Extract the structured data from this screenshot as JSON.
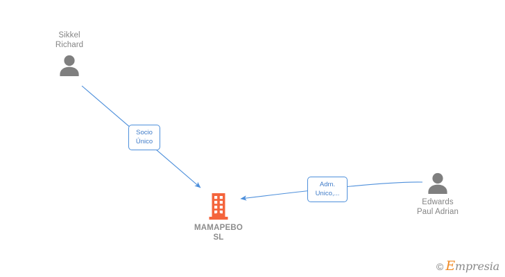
{
  "diagram": {
    "type": "company-relationship-graph",
    "background_color": "#ffffff",
    "company": {
      "name": "MAMAPEBO\nSL",
      "icon": "building-icon",
      "color": "#f4643c",
      "label_color": "#8c8c8c"
    },
    "people": [
      {
        "id": "person-1",
        "name": "Sikkel\nRichard",
        "icon": "person-icon",
        "color": "#7f7f7f",
        "label_position": "above"
      },
      {
        "id": "person-2",
        "name": "Edwards\nPaul Adrian",
        "icon": "person-icon",
        "color": "#7f7f7f",
        "label_position": "below"
      }
    ],
    "edges": [
      {
        "id": "edge-socio",
        "from": "person-1",
        "to": "company",
        "label": "Socio\nÚnico",
        "color": "#4d8fdb",
        "arrow": "to-company"
      },
      {
        "id": "edge-adm",
        "from": "person-2",
        "to": "company",
        "label": "Adm.\nUnico,...",
        "color": "#4d8fdb",
        "arrow": "to-company"
      }
    ],
    "watermark": {
      "copyright": "©",
      "brand_first_letter": "E",
      "brand_rest": "mpresia",
      "brand_color": "#f08a24",
      "text_color": "#8a8a8a"
    }
  }
}
